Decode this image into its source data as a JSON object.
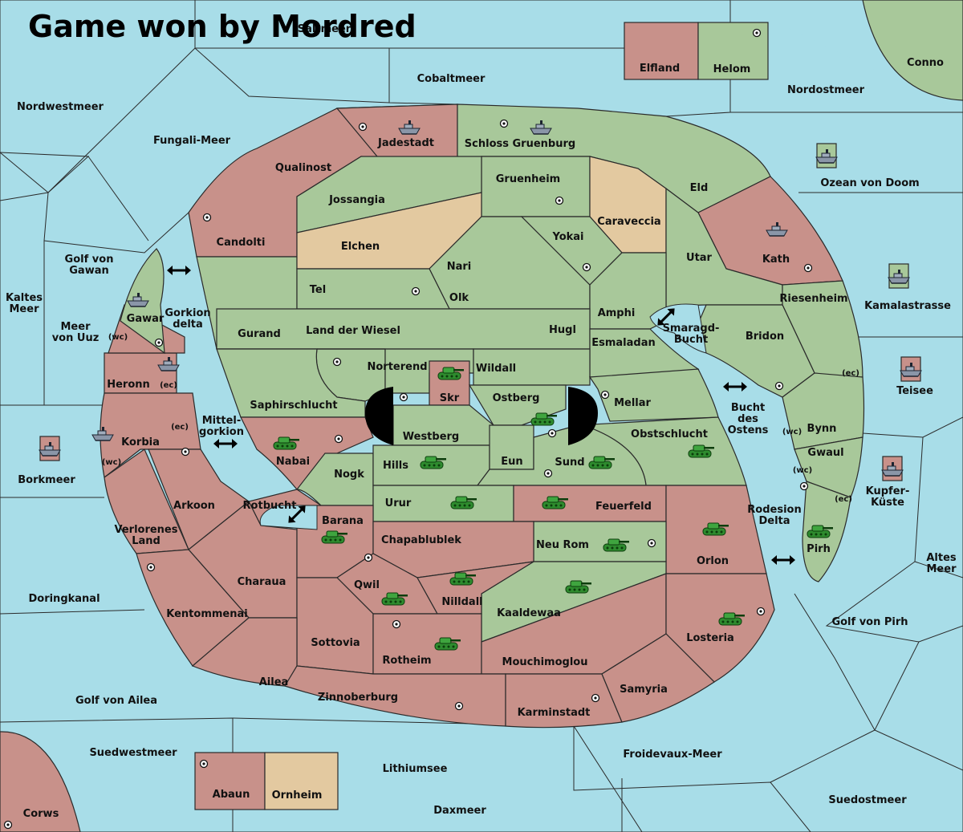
{
  "title": "Game won by Mordred",
  "colors": {
    "sea": "#a8dde8",
    "mordred": "#c8918a",
    "helom": "#a8c89a",
    "ornheim": "#e3c9a0",
    "border": "#2a2a2a",
    "unit": "#2e8b2e"
  },
  "legend": {
    "elfland": "Elfland",
    "helom": "Helom",
    "abaun": "Abaun",
    "ornheim": "Ornheim"
  },
  "seas": {
    "nordwestmeer": "Nordwestmeer",
    "fungali": "Fungali-Meer",
    "cobalt": "Cobaltmeer",
    "nordost": "Nordostmeer",
    "conno": "Conno",
    "ozean": "Ozean von Doom",
    "kamala": "Kamalastrasse",
    "teisee": "Teisee",
    "kupfer1": "Kupfer-",
    "kupfer2": "Küste",
    "altes1": "Altes",
    "altes2": "Meer",
    "golfpirh": "Golf von Pirh",
    "suedost": "Suedostmeer",
    "froidevaux": "Froidevaux-Meer",
    "daxmeer": "Daxmeer",
    "lithium": "Lithiumsee",
    "suedwest": "Suedwestmeer",
    "corws": "Corws",
    "ailea": "Golf von Ailea",
    "doring": "Doringkanal",
    "bork": "Borkmeer",
    "kaltes1": "Kaltes",
    "kaltes2": "Meer",
    "uuz1": "Meer",
    "uuz2": "von Uuz",
    "gawan1": "Golf von",
    "gawan2": "Gawan",
    "gorkd1": "Gorkion",
    "gorkd2": "delta",
    "mittel1": "Mittel-",
    "mittel2": "gorkion",
    "rotbucht": "Rotbucht",
    "smaragd1": "Smaragd-",
    "smaragd2": "Bucht",
    "bucht1": "Bucht",
    "bucht2": "des",
    "bucht3": "Ostens",
    "rodesion1": "Rodesion",
    "rodesion2": "Delta",
    "hidden": "Saltmeer"
  },
  "provinces": {
    "jadestadt": "Jadestadt",
    "schloss": "Schloss Gruenburg",
    "qualinost": "Qualinost",
    "gruenheim": "Gruenheim",
    "eld": "Eld",
    "jossangia": "Jossangia",
    "caraveccia": "Caraveccia",
    "candolti": "Candolti",
    "elchen": "Elchen",
    "yokai": "Yokai",
    "nari": "Nari",
    "utar": "Utar",
    "kath": "Kath",
    "tel": "Tel",
    "olk": "Olk",
    "amphi": "Amphi",
    "riesenheim": "Riesenheim",
    "gurand": "Gurand",
    "wiesel": "Land der Wiesel",
    "hugl": "Hugl",
    "esmaladan": "Esmaladan",
    "bridon": "Bridon",
    "gawar": "Gawar",
    "norterend": "Norterend",
    "wildall": "Wildall",
    "skr": "Skr",
    "ostberg": "Ostberg",
    "mellar": "Mellar",
    "heronn": "Heronn",
    "saphir": "Saphirschlucht",
    "westberg": "Westberg",
    "obstschlucht": "Obstschlucht",
    "bynn": "Bynn",
    "korbia": "Korbia",
    "nabai": "Nabai",
    "hills": "Hills",
    "eun": "Eun",
    "sund": "Sund",
    "gwaul": "Gwaul",
    "nogk": "Nogk",
    "arkoon": "Arkoon",
    "urur": "Urur",
    "feuerfeld": "Feuerfeld",
    "barana": "Barana",
    "chapa": "Chapablublek",
    "neurom": "Neu Rom",
    "orlon": "Orlon",
    "pirh": "Pirh",
    "verlorenes1": "Verlorenes",
    "verlorenes2": "Land",
    "charaua": "Charaua",
    "qwil": "Qwil",
    "nilldall": "Nilldall",
    "kaaldewaa": "Kaaldewaa",
    "kentommenai": "Kentommenai",
    "sottovia": "Sottovia",
    "rotheim": "Rotheim",
    "mouchimoglou": "Mouchimoglou",
    "losteria": "Losteria",
    "ailea": "Ailea",
    "samyria": "Samyria",
    "zinnoberburg": "Zinnoberburg",
    "karminstadt": "Karminstadt"
  },
  "coasts": {
    "wc": "(wc)",
    "ec": "(ec)"
  },
  "icons": {
    "army": "tank-icon",
    "fleet": "ship-icon",
    "supply": "supply-center-icon",
    "arrow": "double-arrow-icon"
  }
}
